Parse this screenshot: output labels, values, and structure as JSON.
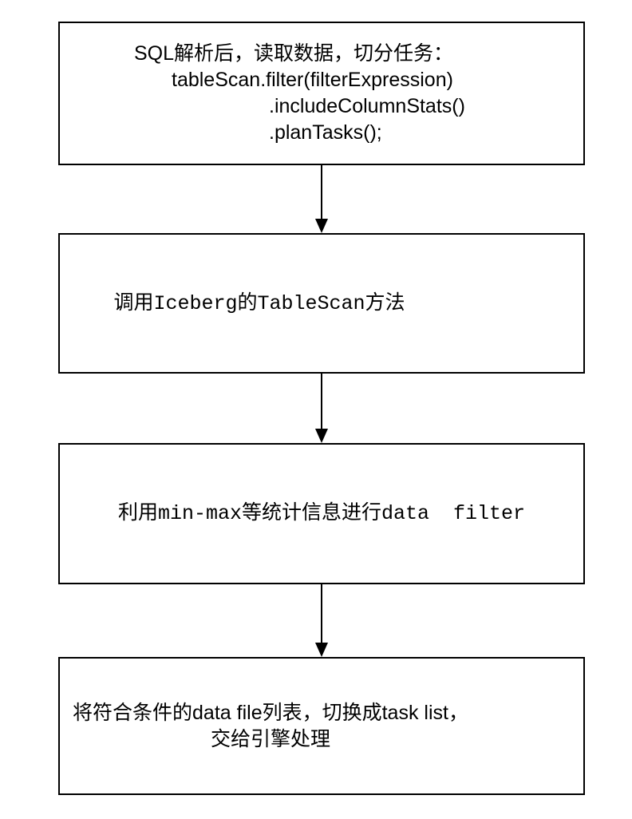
{
  "diagram": {
    "type": "flowchart",
    "background_color": "#ffffff",
    "box_border_color": "#000000",
    "box_fill_color": "#ffffff",
    "text_color": "#000000",
    "steps": [
      {
        "id": "step-1",
        "lines": [
          "SQL解析后，读取数据，切分任务：",
          "tableScan.filter(filterExpression)",
          ".includeColumnStats()",
          ".planTasks();"
        ]
      },
      {
        "id": "step-2",
        "text": "调用Iceberg的TableScan方法"
      },
      {
        "id": "step-3",
        "text": "利用min-max等统计信息进行data  filter"
      },
      {
        "id": "step-4",
        "text": "将符合条件的data file列表，切换成task list，交给引擎处理"
      }
    ],
    "connectors": [
      {
        "from": "step-1",
        "to": "step-2",
        "style": "arrow-down"
      },
      {
        "from": "step-2",
        "to": "step-3",
        "style": "arrow-down"
      },
      {
        "from": "step-3",
        "to": "step-4",
        "style": "arrow-down"
      }
    ]
  }
}
